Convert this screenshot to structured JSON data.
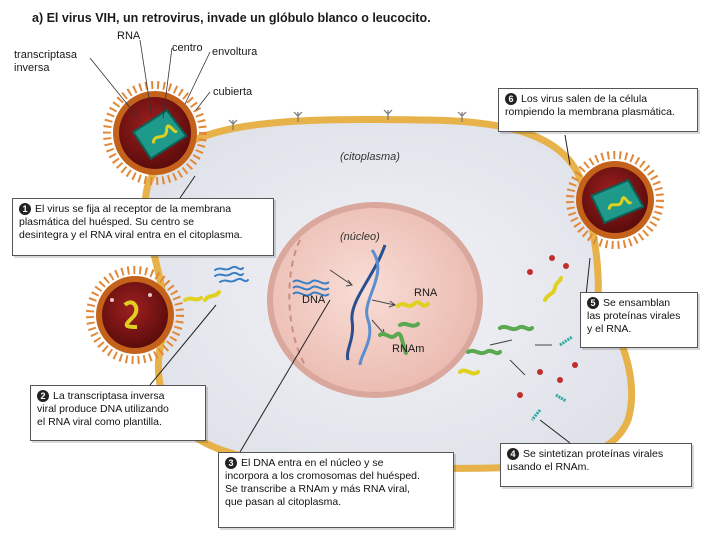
{
  "title": "a) El virus VIH, un retrovirus, invade un glóbulo blanco o leucocito.",
  "labels": {
    "rna": "RNA",
    "centro": "centro",
    "envoltura": "envoltura",
    "transcriptasa": "transcriptasa",
    "inversa": "inversa",
    "cubierta": "cubierta",
    "citoplasma": "(citoplasma)",
    "nucleo": "(núcleo)",
    "dna": "DNA",
    "rna_nucleus": "RNA",
    "rnam": "RNAm"
  },
  "steps": [
    {
      "number": "1",
      "line1": "El virus se fija al receptor de la membrana",
      "line2": "plasmática del huésped. Su centro se",
      "line3": "desintegra y el RNA viral entra en el citoplasma."
    },
    {
      "number": "2",
      "line1": "La transcriptasa inversa",
      "line2": "viral produce DNA utilizando",
      "line3": "el RNA viral como plantilla."
    },
    {
      "number": "3",
      "line1": "El DNA entra en el núcleo y se",
      "line2": "incorpora a los cromosomas del huésped.",
      "line3": "Se transcribe a RNAm y más RNA viral,",
      "line4": "que pasan al citoplasma."
    },
    {
      "number": "4",
      "line1": "Se sintetizan proteínas virales",
      "line2": "usando el RNAm."
    },
    {
      "number": "5",
      "line1": "Se ensamblan",
      "line2": "las proteínas virales",
      "line3": "y el RNA."
    },
    {
      "number": "6",
      "line1": "Los virus salen de la célula",
      "line2": "rompiendo la membrana plasmática."
    }
  ],
  "colors": {
    "membrane": "#e8b24a",
    "cytoplasm": "#e6e8ee",
    "nucleus": "#f3cfc8",
    "virus_envelope": "#c4621c",
    "virus_inner": "#7a1414",
    "virus_core": "#1f9a8a",
    "rna": "#e0d020",
    "dna": "#3a7ec4",
    "rnam": "#5aa850"
  }
}
